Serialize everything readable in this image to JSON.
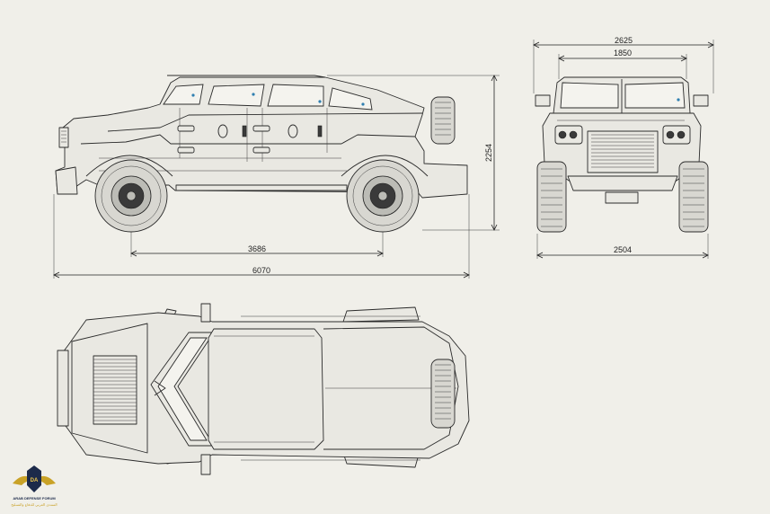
{
  "dimensions": {
    "side_wheelbase": "3686",
    "side_length": "6070",
    "side_height": "2254",
    "front_width_overall": "2625",
    "front_width_body": "1850",
    "front_track": "2504"
  },
  "watermark": {
    "name": "ARAB DEFENSE FORUM",
    "subtitle": "المنتدى العربي للدفاع والتسليح"
  },
  "colors": {
    "background": "#f0efe9",
    "line": "#2b2b2b",
    "accent_blue": "#2f7fb0",
    "logo_gold": "#c9a227",
    "logo_navy": "#1c2a4a"
  }
}
